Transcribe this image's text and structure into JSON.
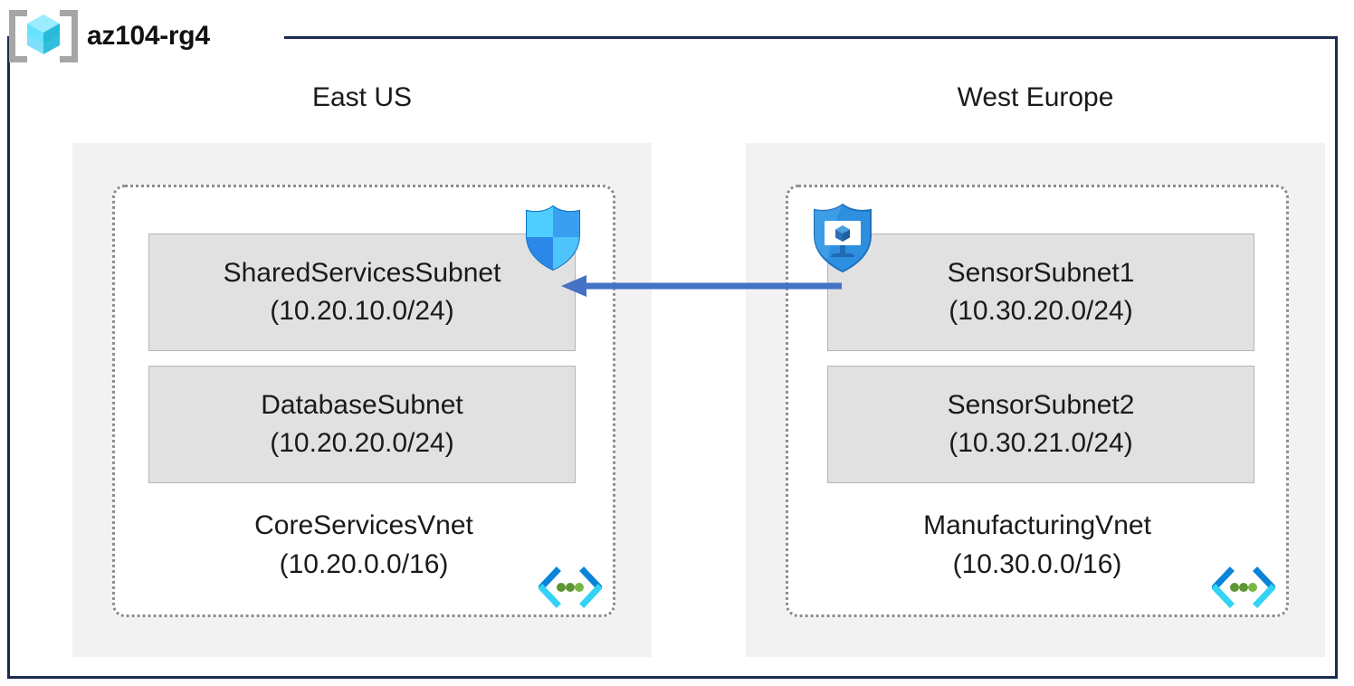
{
  "resource_group": {
    "name": "az104-rg4",
    "icon": "resource-group-cube-icon"
  },
  "regions": [
    {
      "id": "east-us",
      "label": "East US"
    },
    {
      "id": "west-europe",
      "label": "West Europe"
    }
  ],
  "vnets": [
    {
      "id": "core-services-vnet",
      "name": "CoreServicesVnet",
      "cidr": "(10.20.0.0/16)",
      "region": "East US",
      "icon": "virtual-network-icon",
      "subnets": [
        {
          "id": "shared-services-subnet",
          "name": "SharedServicesSubnet",
          "cidr": "(10.20.10.0/24)"
        },
        {
          "id": "database-subnet",
          "name": "DatabaseSubnet",
          "cidr": "(10.20.20.0/24)"
        }
      ]
    },
    {
      "id": "manufacturing-vnet",
      "name": "ManufacturingVnet",
      "cidr": "(10.30.0.0/16)",
      "region": "West Europe",
      "icon": "virtual-network-icon",
      "subnets": [
        {
          "id": "sensor-subnet-1",
          "name": "SensorSubnet1",
          "cidr": "(10.30.20.0/24)"
        },
        {
          "id": "sensor-subnet-2",
          "name": "SensorSubnet2",
          "cidr": "(10.30.21.0/24)"
        }
      ]
    }
  ],
  "overlay_icons": [
    {
      "id": "firewall",
      "icon": "shield-icon",
      "attached_to": "shared-services-subnet"
    },
    {
      "id": "bastion",
      "icon": "bastion-shield-monitor-icon",
      "attached_to": "sensor-subnet-1"
    }
  ],
  "connection": {
    "id": "vnet-peering",
    "icon": "left-arrow-icon",
    "direction": "right-to-left",
    "from": "ManufacturingVnet",
    "to": "CoreServicesVnet"
  },
  "colors": {
    "frame_border": "#1b2c4f",
    "region_fill": "#f2f2f2",
    "vnet_border": "#8c8c8c",
    "subnet_fill": "#e1e1e1",
    "subnet_border": "#b5b5b5",
    "arrow": "#4472c4",
    "azure_blue": "#0078d4",
    "cube_cyan": "#50e6ff",
    "bracket_gray": "#a6a6a6",
    "vnet_dot_green": "#5e9732"
  }
}
